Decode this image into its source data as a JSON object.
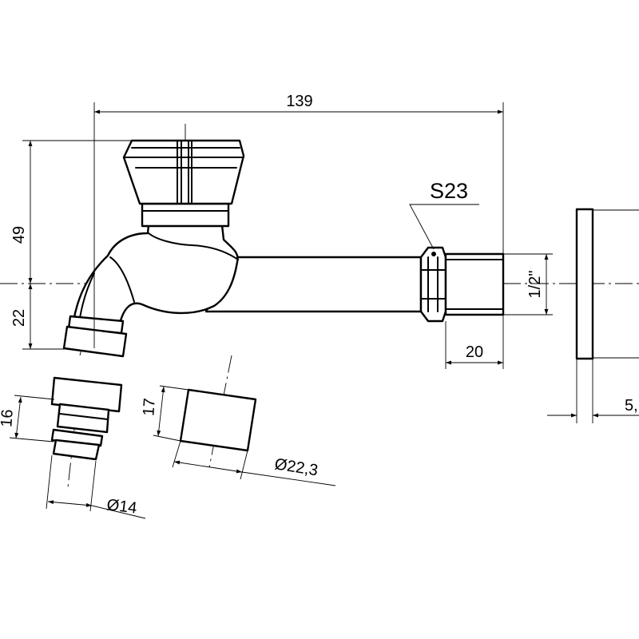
{
  "drawing": {
    "dimensions": {
      "overall_length": "139",
      "height_upper": "49",
      "height_lower": "22",
      "wrench_size": "S23",
      "thread_size": "1/2\"",
      "thread_length": "20",
      "flange_thickness": "5,",
      "adapter_height": "16",
      "adapter_diameter": "Ø14",
      "sleeve_height": "17",
      "sleeve_diameter": "Ø22,3"
    }
  }
}
